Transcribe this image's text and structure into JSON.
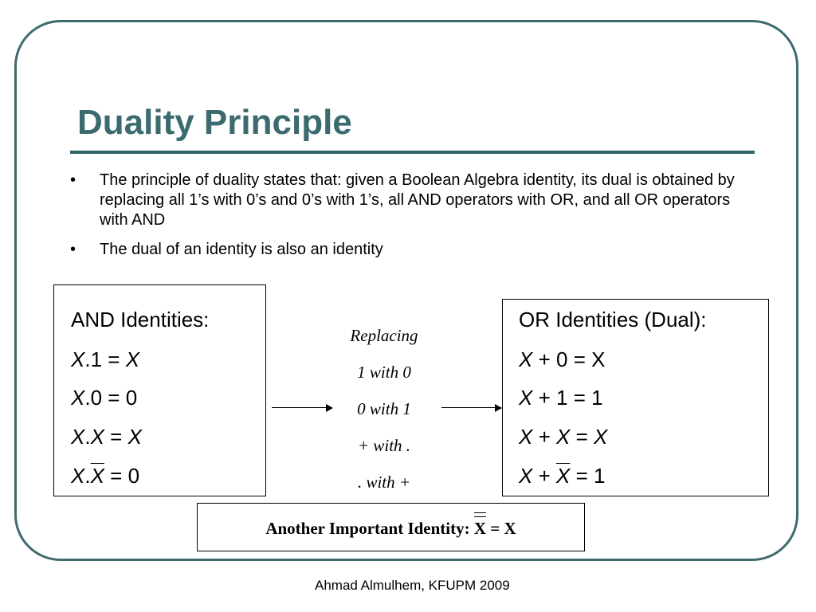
{
  "slide": {
    "title": "Duality Principle",
    "footer": "Ahmad Almulhem, KFUPM 2009"
  },
  "bullets": [
    {
      "marker": "•",
      "text": "The principle of duality states that: given a Boolean Algebra identity, its dual is obtained by replacing all 1’s with 0’s and 0’s with 1’s, all AND operators with OR, and all OR operators with AND"
    },
    {
      "marker": "•",
      "text": "The dual of an identity is also an identity"
    }
  ],
  "and_box": {
    "heading": "AND Identities:",
    "var": "X",
    "dot": ".",
    "one": "1",
    "zero": "0",
    "eq": "=",
    "result_zero": "0"
  },
  "or_box": {
    "heading": "OR Identities (Dual):",
    "var": "X",
    "var_plain": "X",
    "plus": "+",
    "zero": "0",
    "one": "1",
    "eq": "="
  },
  "replacing": {
    "heading": "Replacing",
    "rules": [
      "1 with 0",
      "0 with 1",
      "+ with .",
      ". with +"
    ]
  },
  "important": {
    "label": "Another Important Identity:",
    "lhs": "X",
    "eq": "=",
    "rhs": "X"
  }
}
